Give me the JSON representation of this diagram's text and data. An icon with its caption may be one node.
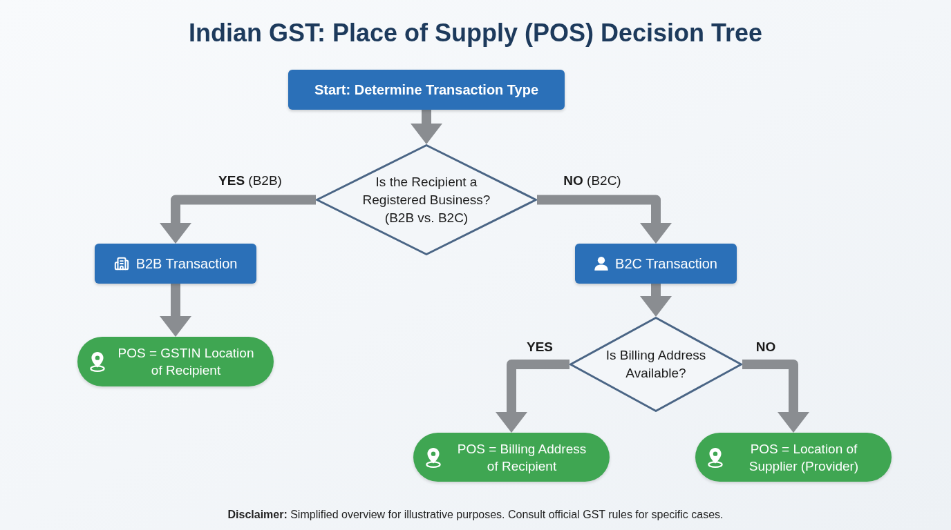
{
  "diagram": {
    "title": "Indian GST: Place of Supply (POS) Decision Tree",
    "caption": "**Disclaimer:** Simplified overview for illustrative purposes. Consult official GST rules for specific cases.",
    "nodes": [
      {
        "text": [
          "Start: Determine Transaction Type"
        ]
      },
      {
        "text": [
          "Is the Recipient a Registered Business? (B2B vs. B2C)"
        ]
      },
      {
        "text": [
          "B2B Transaction"
        ]
      },
      {
        "text": [
          "B2C Transaction"
        ]
      },
      {
        "text": [
          "POS = GSTIN Location of Recipient"
        ]
      },
      {
        "text": [
          "Is Billing Address Available?"
        ]
      },
      {
        "text": [
          "POS = Billing Address of Recipient"
        ]
      },
      {
        "text": [
          "POS = Location of Supplier (Provider)"
        ]
      }
    ],
    "edges": [
      {
        "from": 0,
        "to": 1,
        "arrow": "to"
      },
      {
        "from": 1,
        "to": 2,
        "arrow": "to",
        "label": "**YES** (B2B)"
      },
      {
        "from": 1,
        "to": 3,
        "arrow": "to",
        "label": "**NO** (B2C)"
      },
      {
        "from": 2,
        "to": 4,
        "arrow": "to"
      },
      {
        "from": 3,
        "to": 5,
        "arrow": "to"
      },
      {
        "from": 5,
        "to": 6,
        "arrow": "to",
        "label": "YES"
      },
      {
        "from": 5,
        "to": 7,
        "arrow": "to",
        "label": "NO"
      }
    ]
  }
}
